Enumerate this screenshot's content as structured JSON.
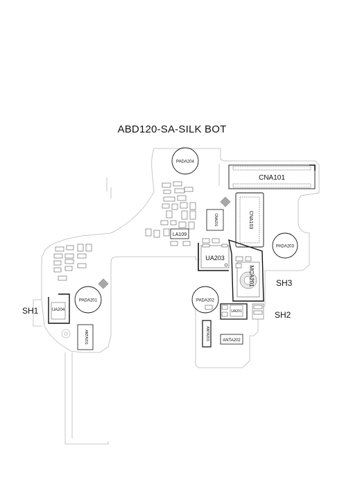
{
  "title": "ABD120-SA-SILK BOT",
  "colors": {
    "outline": "#b8b8b8",
    "ink": "#111111",
    "part_fill": "#ffffff",
    "marker": "#a8a8a8"
  },
  "labels": {
    "pada204": "PADA204",
    "pada203": "PADA203",
    "pada201": "PADA201",
    "pada202": "PADA202",
    "cna101": "CNA101",
    "cna103": "CNA103",
    "cna201": "CNA201",
    "ua203": "UA203",
    "ua204": "UA204",
    "ua201": "UA201",
    "mca201": "MCA201",
    "la109": "LA109",
    "anta201": "ANTA201",
    "anta202": "ANTA202",
    "anta203": "ANTA203",
    "sh1": "SH1",
    "sh2": "SH2",
    "sh3": "SH3"
  }
}
